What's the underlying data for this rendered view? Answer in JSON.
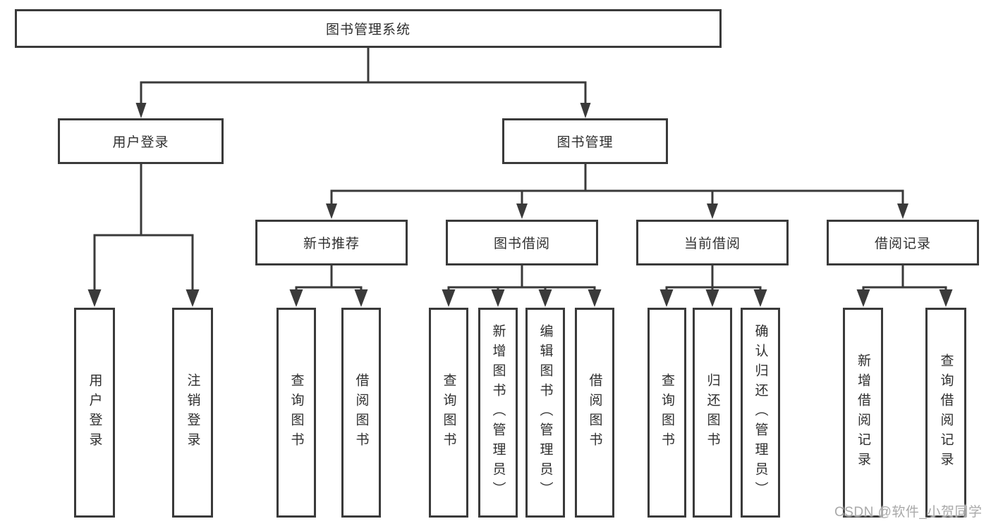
{
  "nodes": {
    "root": "图书管理系统",
    "level2": {
      "user_login": "用户登录",
      "book_management": "图书管理"
    },
    "level3": {
      "new_book_recommend": "新书推荐",
      "book_borrow": "图书借阅",
      "current_borrow": "当前借阅",
      "borrow_records": "借阅记录"
    },
    "leaves": {
      "user_login": "用户登录",
      "logout": "注销登录",
      "recommend_query_books": "查询图书",
      "recommend_borrow_books": "借阅图书",
      "borrow_query_books": "查询图书",
      "borrow_add_books_admin": "新增图书（管理员）",
      "borrow_edit_books_admin": "编辑图书（管理员）",
      "borrow_borrow_books": "借阅图书",
      "current_query_books": "查询图书",
      "current_return_books": "归还图书",
      "current_confirm_return_admin": "确认归还（管理员）",
      "records_add_borrow_record": "新增借阅记录",
      "records_query_borrow_record": "查询借阅记录"
    }
  },
  "watermark": "CSDN @软件_小贺同学",
  "colors": {
    "line": "#3a3a3a",
    "box_fill": "#ffffff",
    "text": "#2f2f2f",
    "watermark": "#a9a9a9"
  }
}
